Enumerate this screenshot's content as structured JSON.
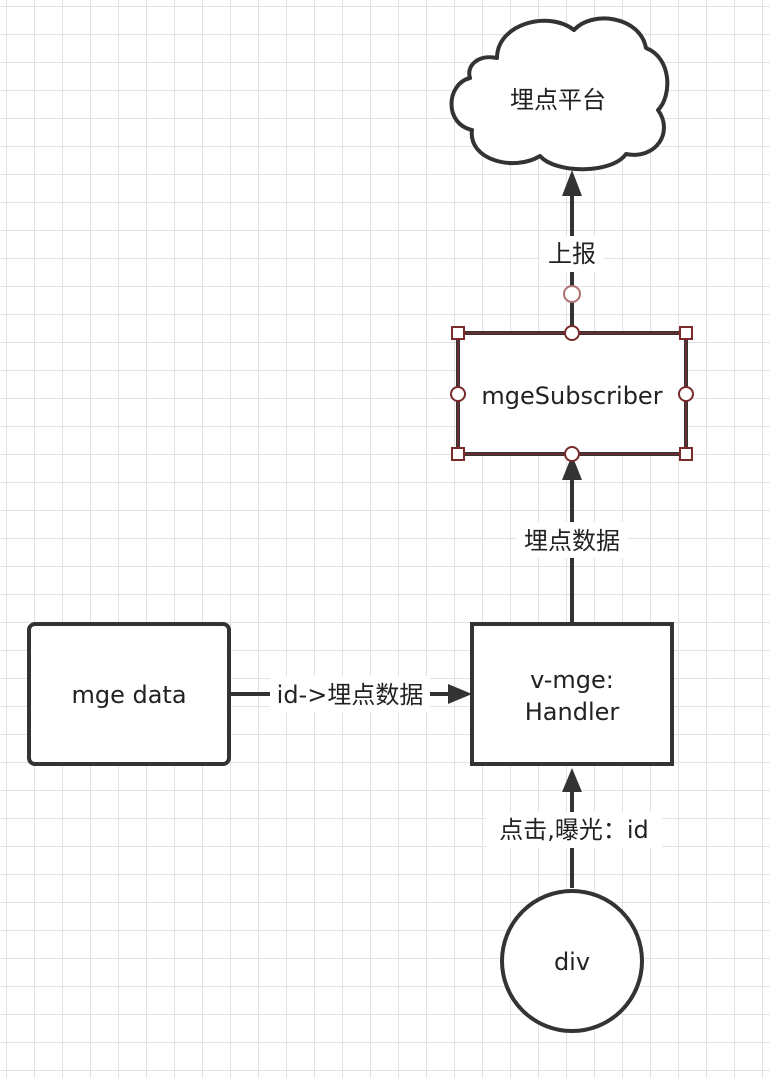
{
  "nodes": {
    "platform": {
      "label": "埋点平台"
    },
    "subscriber": {
      "label": "mgeSubscriber"
    },
    "mge_data": {
      "label": "mge data"
    },
    "handler": {
      "line1": "v-mge:",
      "line2": "Handler"
    },
    "div": {
      "label": "div"
    }
  },
  "edges": {
    "report": {
      "label": "上报"
    },
    "tracking_data": {
      "label": "埋点数据"
    },
    "id_to_data": {
      "label": "id->埋点数据"
    },
    "click_expose": {
      "label": "点击,曝光：id"
    }
  },
  "colors": {
    "stroke": "#333333",
    "selection": "#7a2a2a",
    "grid": "#e2e2e2"
  }
}
